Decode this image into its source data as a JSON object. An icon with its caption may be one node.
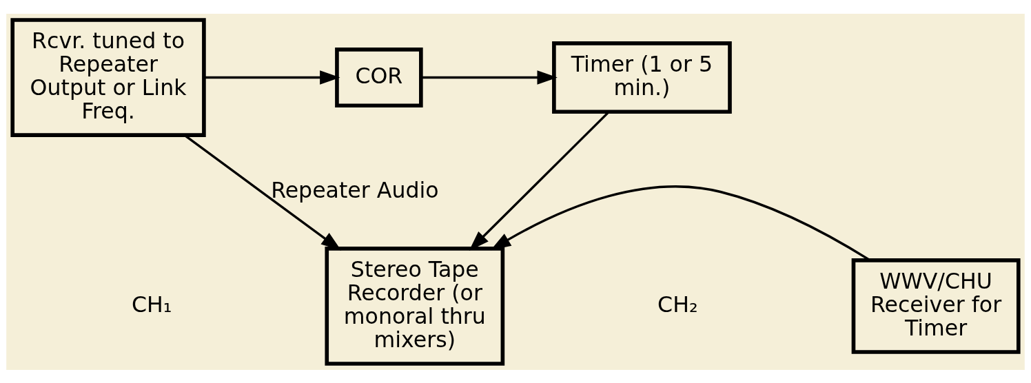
{
  "diagram": {
    "nodes": [
      {
        "text": [
          "Rcvr. tuned to Repeater Output or Link Freq."
        ]
      },
      {
        "text": [
          "COR"
        ]
      },
      {
        "text": [
          "Timer (1 or 5 min.)"
        ]
      },
      {
        "text": [
          "Stereo Tape Recorder (or monoral thru mixers)"
        ]
      },
      {
        "text": [
          "WWV/CHU Receiver for Timer"
        ]
      }
    ],
    "edges": [
      {
        "from": 0,
        "to": 1,
        "arrow": "to"
      },
      {
        "from": 1,
        "to": 2,
        "arrow": "to"
      },
      {
        "from": 2,
        "to": 3,
        "arrow": "to"
      },
      {
        "from": 0,
        "to": 3,
        "arrow": "to",
        "label": "Repeater Audio"
      },
      {
        "from": 4,
        "to": 3,
        "arrow": "to"
      }
    ],
    "labels": [
      "CH₁",
      "CH₂"
    ]
  }
}
